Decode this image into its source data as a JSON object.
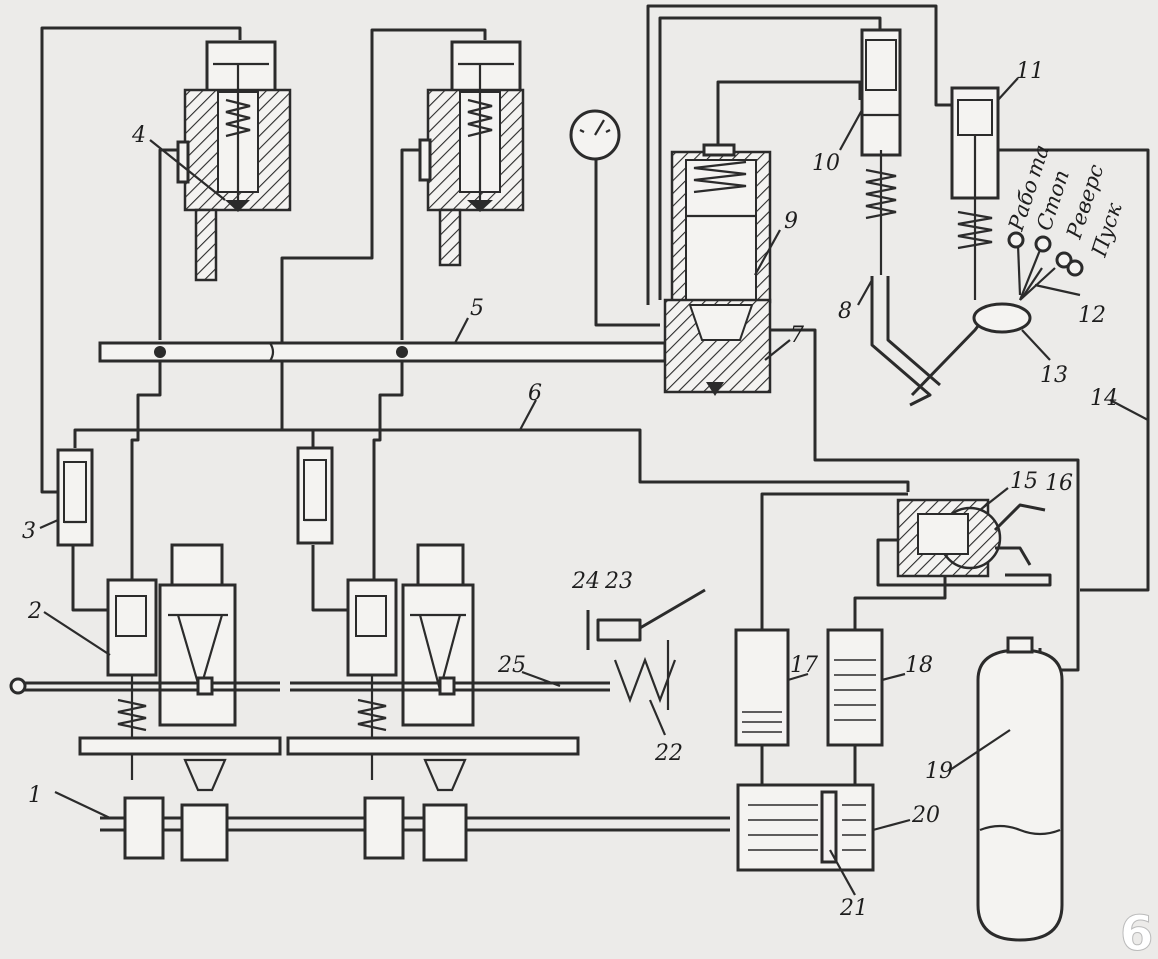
{
  "labels": {
    "l1": "1",
    "l2": "2",
    "l3": "3",
    "l4": "4",
    "l5": "5",
    "l6": "6",
    "l7": "7",
    "l8": "8",
    "l9": "9",
    "l10": "10",
    "l11": "11",
    "l12": "12",
    "l13": "13",
    "l14": "14",
    "l15": "15",
    "l16": "16",
    "l17": "17",
    "l18": "18",
    "l19": "19",
    "l20": "20",
    "l21": "21",
    "l22": "22",
    "l23": "23",
    "l24": "24",
    "l25": "25"
  },
  "lever_positions": {
    "rabota": "Рабо та",
    "stop": "Стоп",
    "revers": "Реверс",
    "pusk": "Пуск"
  },
  "corner_mark": "6"
}
